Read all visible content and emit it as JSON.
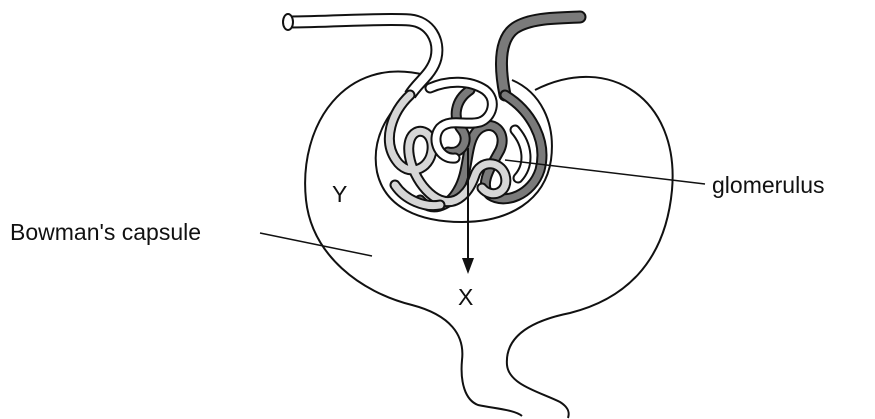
{
  "labels": {
    "bowmans_capsule": "Bowman's capsule",
    "glomerulus": "glomerulus",
    "y": "Y",
    "x": "X"
  },
  "colors": {
    "outline": "#111111",
    "dark_vessel": "#7a7a7a",
    "light_vessel": "#d6d6d6",
    "background": "#ffffff"
  }
}
